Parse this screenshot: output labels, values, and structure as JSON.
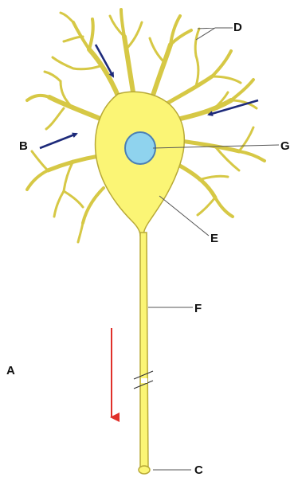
{
  "diagram": {
    "labels": {
      "A": "A",
      "B": "B",
      "C": "C",
      "D": "D",
      "E": "E",
      "F": "F",
      "G": "G"
    }
  },
  "colors": {
    "cell_fill": "#fbf575",
    "cell_edge": "#b8a936",
    "nucleus_fill": "#8fd3ee",
    "nucleus_edge": "#4a7fb5",
    "signal_arrow": "#1d2a7a",
    "direction_arrow": "#e0302a",
    "leader_line": "#555555"
  }
}
